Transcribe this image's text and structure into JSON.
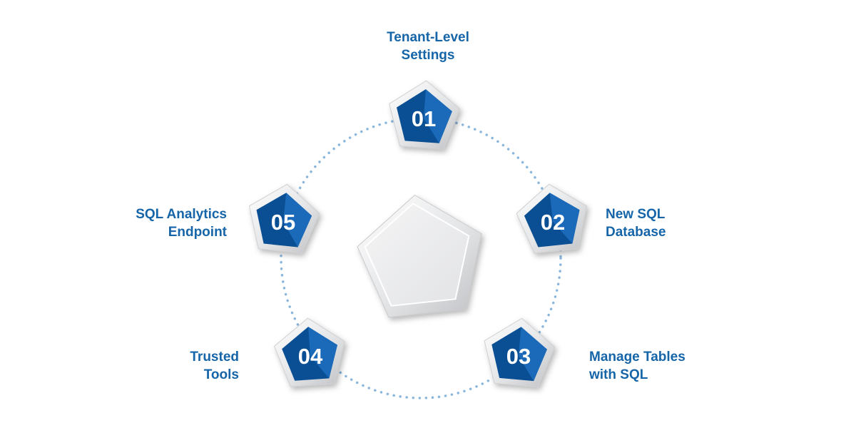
{
  "diagram": {
    "steps": [
      {
        "number": "01",
        "label_lines": [
          "Tenant-Level",
          "Settings"
        ]
      },
      {
        "number": "02",
        "label_lines": [
          "New SQL",
          "Database"
        ]
      },
      {
        "number": "03",
        "label_lines": [
          "Manage Tables",
          "with SQL"
        ]
      },
      {
        "number": "04",
        "label_lines": [
          "Trusted",
          "Tools"
        ]
      },
      {
        "number": "05",
        "label_lines": [
          "SQL Analytics",
          "Endpoint"
        ]
      }
    ],
    "colors": {
      "badge_dark": "#0a4f94",
      "badge_light": "#1f6fc0",
      "label_text": "#1565a8",
      "dotted_ring": "#8ab6dc",
      "frame": "#e6e7e9"
    }
  }
}
